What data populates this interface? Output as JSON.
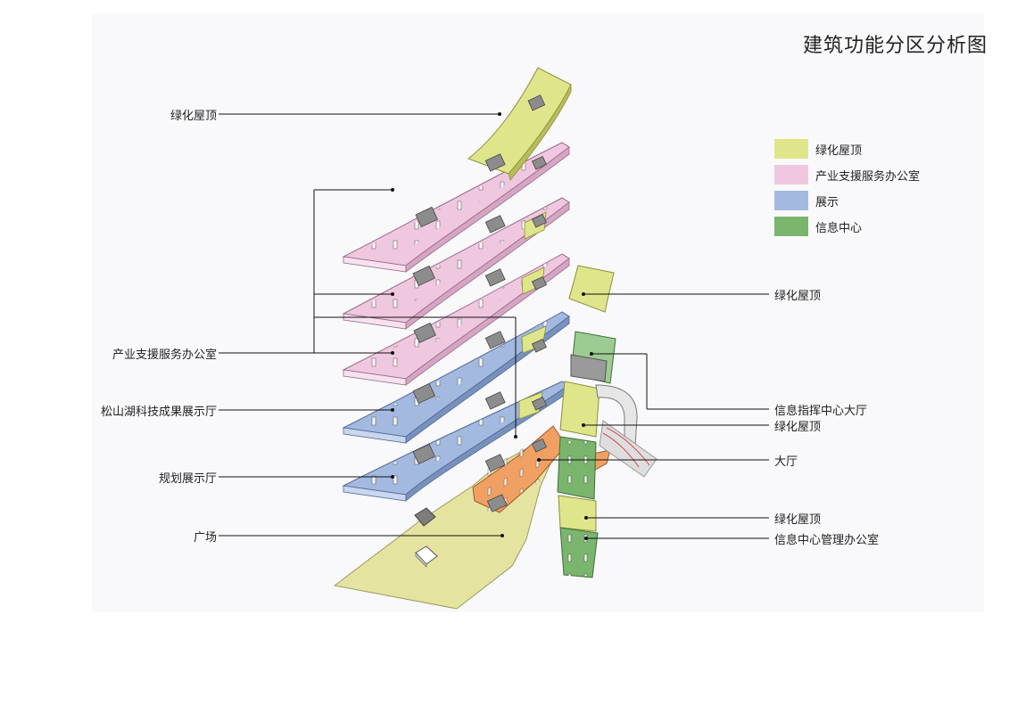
{
  "title": "建筑功能分区分析图",
  "colors": {
    "green_roof": "#dfe58a",
    "office": "#efc8e0",
    "exhibition": "#a3b9df",
    "info_center": "#7ab56d",
    "plaza": "#e5e3a0",
    "hall": "#f1a063",
    "core": "#8c8c8c"
  },
  "legend": [
    {
      "label": "绿化屋顶",
      "color": "#dfe58a"
    },
    {
      "label": "产业支援服务办公室",
      "color": "#efc8e0"
    },
    {
      "label": "展示",
      "color": "#a3b9df"
    },
    {
      "label": "信息中心",
      "color": "#7ab56d"
    }
  ],
  "callouts_left": [
    {
      "label": "绿化屋顶"
    },
    {
      "label": "产业支援服务办公室"
    },
    {
      "label": "松山湖科技成果展示厅"
    },
    {
      "label": "规划展示厅"
    },
    {
      "label": "广场"
    }
  ],
  "callouts_right": [
    {
      "label": "绿化屋顶"
    },
    {
      "label": "信息指挥中心大厅"
    },
    {
      "label": "绿化屋顶"
    },
    {
      "label": "大厅"
    },
    {
      "label": "绿化屋顶"
    },
    {
      "label": "信息中心管理办公室"
    }
  ]
}
